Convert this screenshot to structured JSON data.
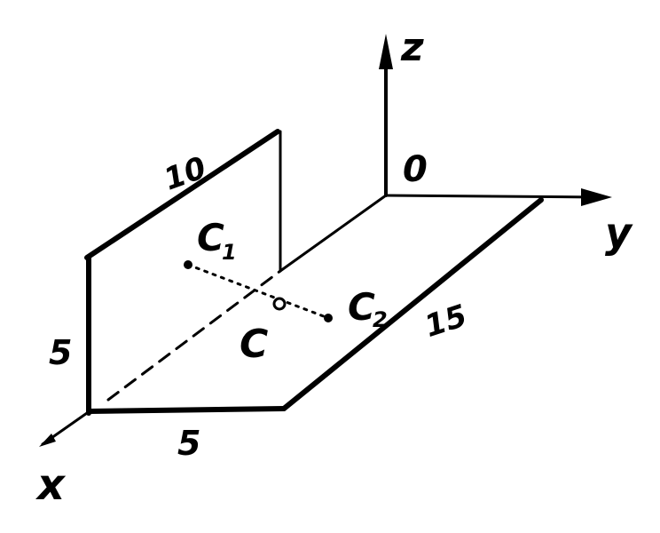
{
  "diagram": {
    "axes": {
      "z_label": "z",
      "y_label": "y",
      "x_label": "x",
      "origin_label": "0"
    },
    "dimensions": {
      "top_edge": "10",
      "vertical_edge": "5",
      "bottom_edge": "5",
      "right_edge": "15"
    },
    "points": {
      "c1": {
        "base": "C",
        "sub": "1"
      },
      "c2": {
        "base": "C",
        "sub": "2"
      },
      "c": "C"
    },
    "ink_color": "#000000"
  }
}
